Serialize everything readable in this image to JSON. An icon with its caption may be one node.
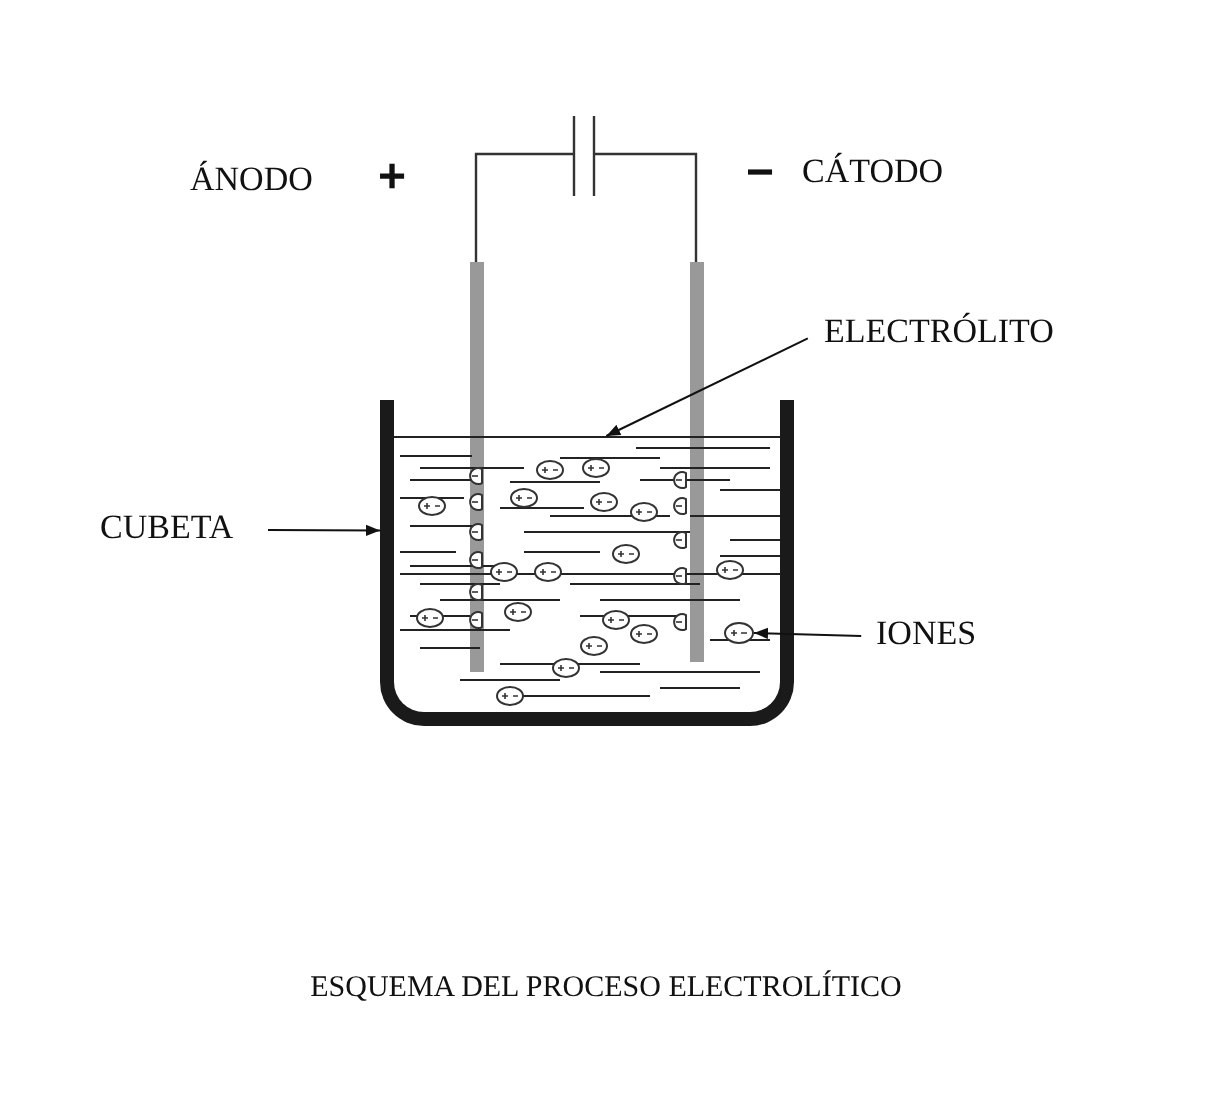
{
  "diagram": {
    "caption": "ESQUEMA DEL PROCESO ELECTROLÍTICO",
    "nodes": [
      {
        "text": [
          "ÁNODO"
        ]
      },
      {
        "text": [
          "CÁTODO"
        ]
      },
      {
        "text": [
          "ELECTRÓLITO"
        ]
      },
      {
        "text": [
          "CUBETA"
        ]
      },
      {
        "text": [
          "IONES"
        ]
      },
      {
        "text": [],
        "shape": "box"
      },
      {
        "text": [],
        "shape": "box",
        "in": 5
      },
      {
        "text": [],
        "shape": "circle",
        "in": 6
      }
    ],
    "edges": [
      {
        "from": 2,
        "to": 6,
        "arrow": "to"
      },
      {
        "from": 3,
        "to": 5,
        "arrow": "to"
      },
      {
        "from": 4,
        "to": 7,
        "arrow": "to"
      }
    ],
    "labels": [
      "+",
      "−"
    ]
  }
}
